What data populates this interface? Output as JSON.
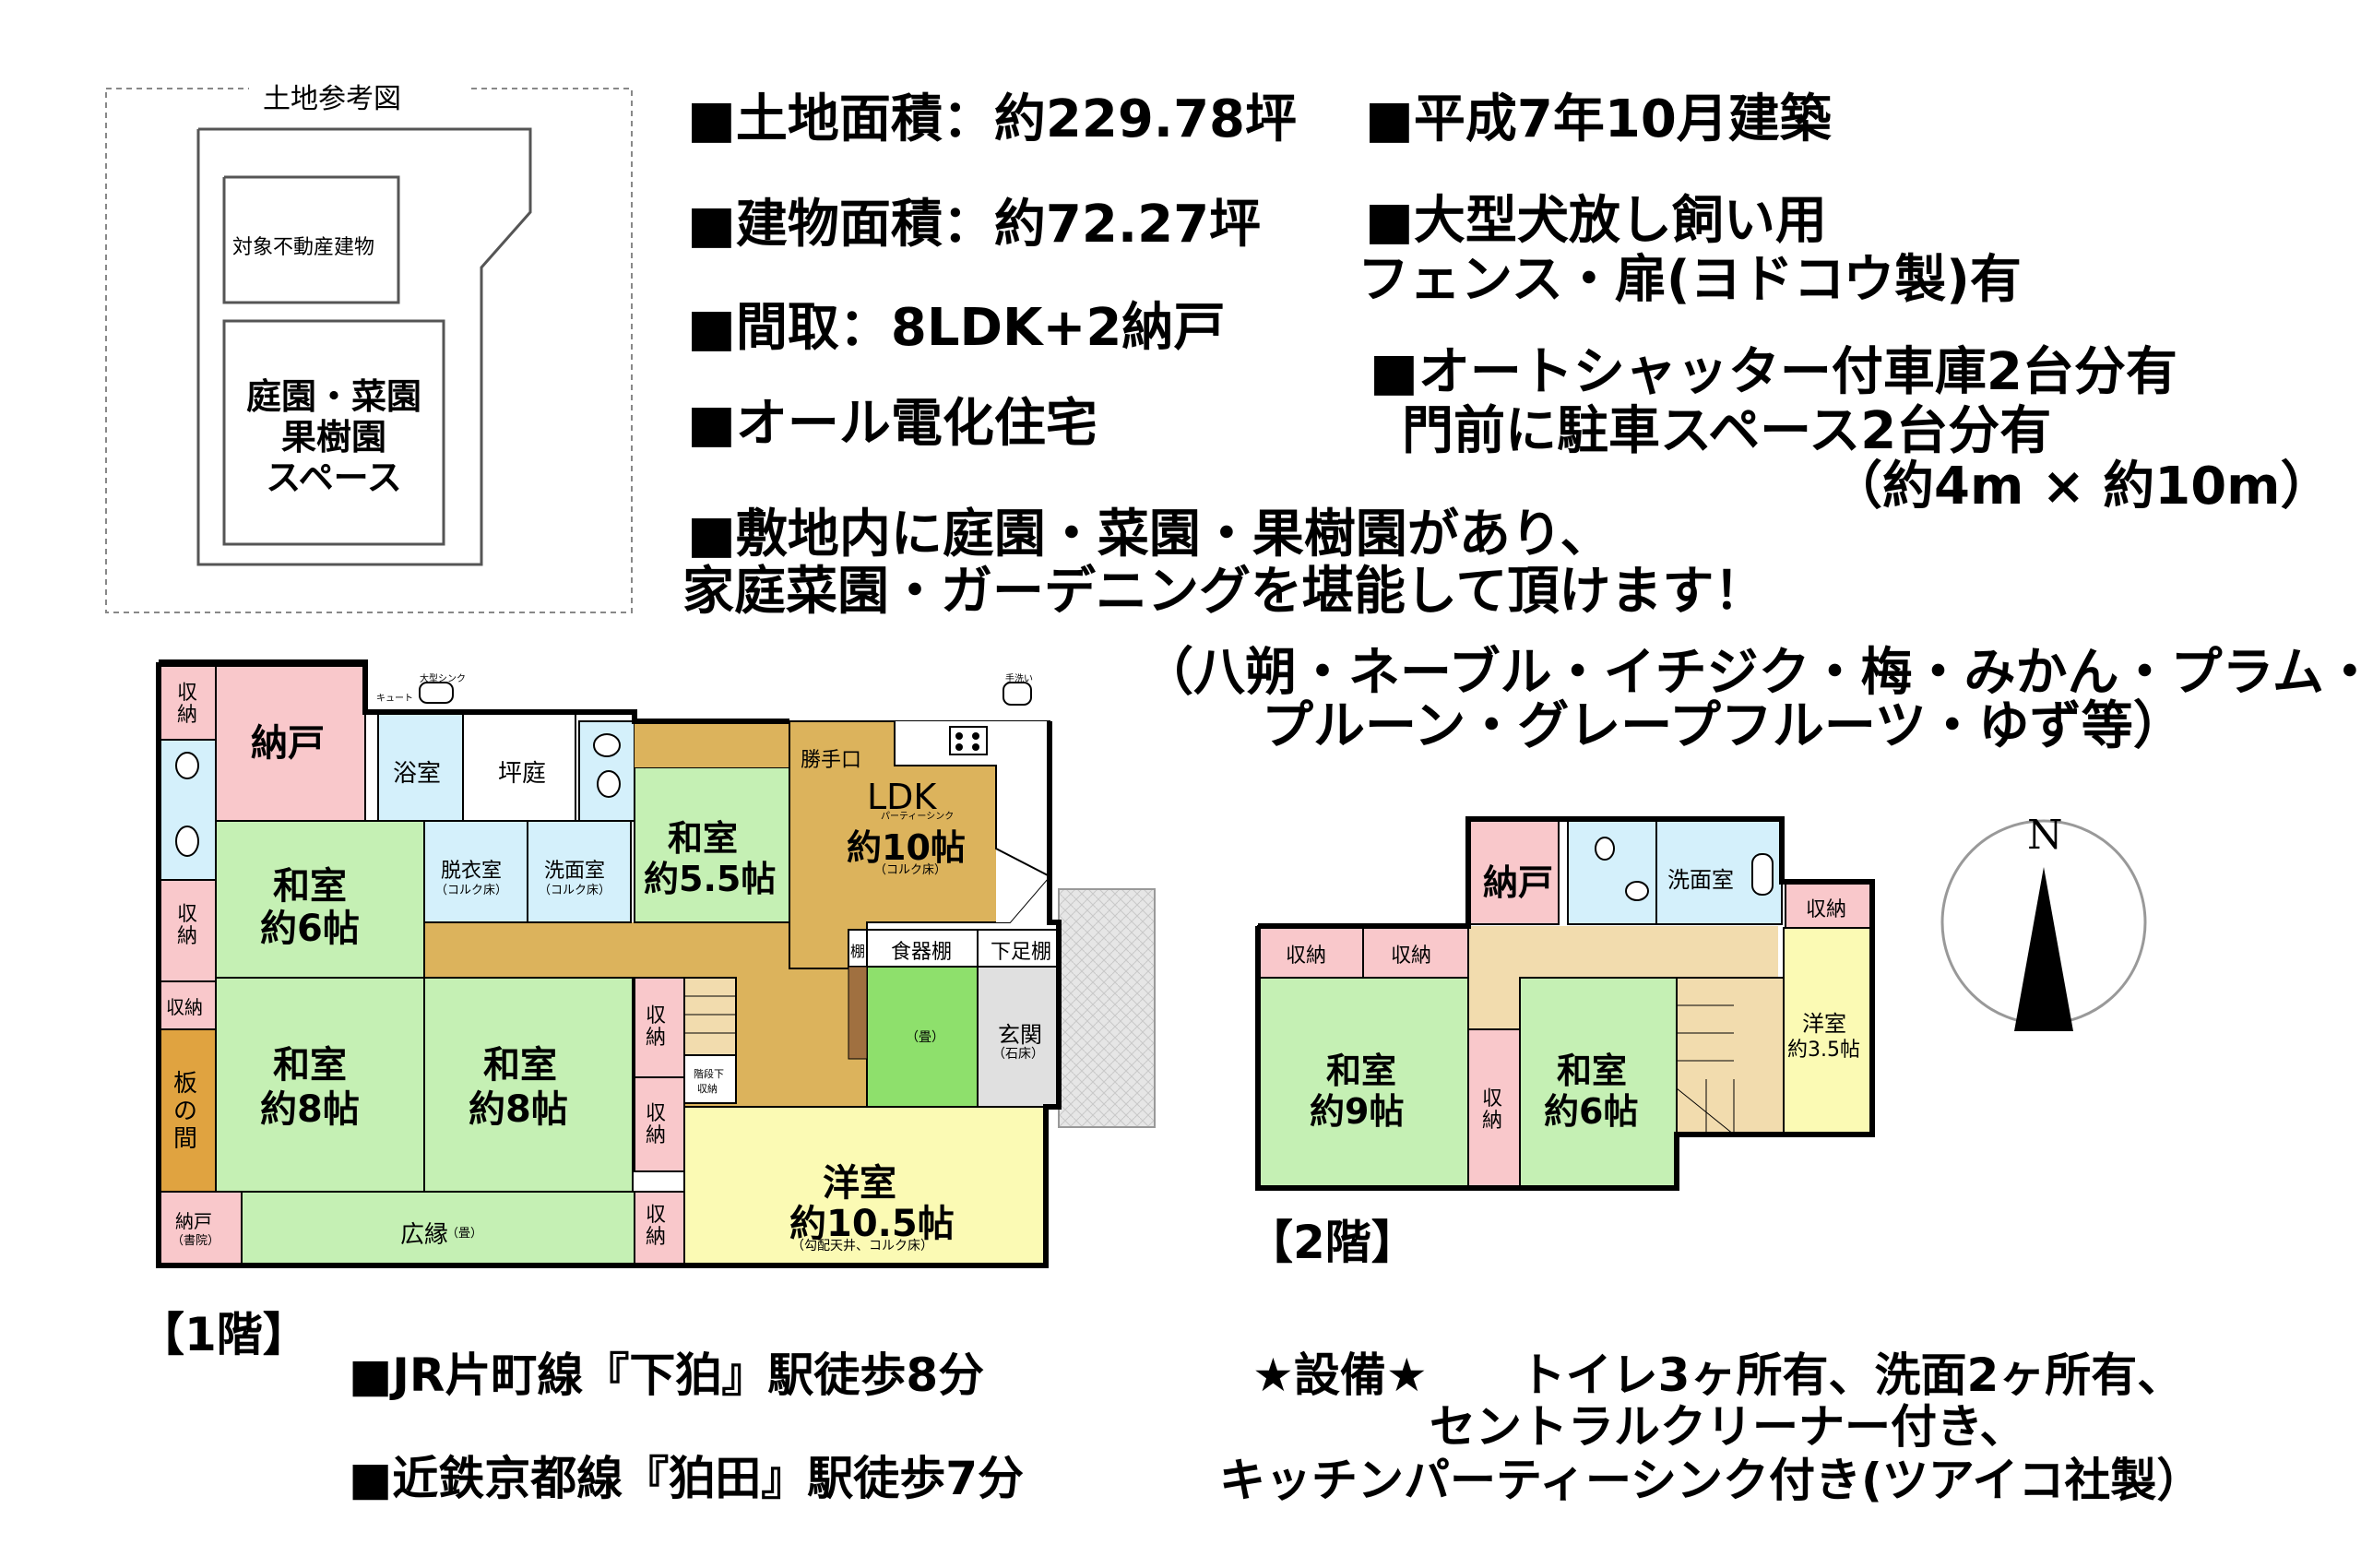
{
  "land_reference": {
    "title": "土地参考図",
    "building_label": "対象不動産建物",
    "garden_label_lines": [
      "庭園・菜園",
      "果樹園",
      "スペース"
    ]
  },
  "specs": {
    "land_area": "■土地面積：約229.78坪",
    "building_area": "■建物面積：約72.27坪",
    "layout": "■間取：8LDK+2納戸",
    "all_electric": "■オール電化住宅",
    "built": "■平成7年10月建築",
    "dog_line1": "■大型犬放し飼い用",
    "dog_line2": "フェンス・扉(ヨドコウ製)有",
    "garage_line1": "■オートシャッター付車庫2台分有",
    "garage_line2": "門前に駐車スペース2台分有",
    "garage_line3": "（約4m × 約10m）",
    "garden_line1": "■敷地内に庭園・菜園・果樹園があり、",
    "garden_line2": "家庭菜園・ガーデニングを堪能して頂けます！",
    "fruits_line1": "（八朔・ネーブル・イチジク・梅・みかん・プラム・",
    "fruits_line2": "プルーン・グレープフルーツ・ゆず等）"
  },
  "floor1": {
    "caption": "【1階】",
    "rooms": {
      "storage_top": "収納",
      "nando": "納戸",
      "bath": "浴室",
      "tsuboniwa": "坪庭",
      "sink_big": "大型シンク",
      "kyuto": "キュート",
      "tearai": "手洗い",
      "katteguchi": "勝手口",
      "ldk": "LDK",
      "ldk_size": "約10帖",
      "party_sink": "パーティーシンク",
      "ldk_floor": "（コルク床）",
      "washitsu55": "和室",
      "washitsu55_size": "約5.5帖",
      "datsui": "脱衣室",
      "datsui_floor": "（コルク床）",
      "senmen": "洗面室",
      "senmen_floor": "（コルク床）",
      "washitsu6": "和室",
      "washitsu6_size": "約6帖",
      "storage_left": "収納",
      "storage_left2": "収納",
      "washitsu8a": "和室",
      "washitsu8a_size": "約8帖",
      "washitsu8b": "和室",
      "washitsu8b_size": "約8帖",
      "itanoma": "板の間",
      "nando_shoin": "納戸",
      "nando_shoin_sub": "（書院）",
      "hiroen": "広縁",
      "hiroen_sub": "（畳）",
      "storage_mid1": "収納",
      "storage_mid2": "収納",
      "storage_mid3": "収納",
      "stair_storage": "階段下",
      "stair_storage2": "収納",
      "tana": "棚",
      "shokki": "食器棚",
      "getabako": "下足棚",
      "tatami": "（畳）",
      "genkan": "玄関",
      "genkan_floor": "（石床）",
      "yoshitsu": "洋室",
      "yoshitsu_size": "約10.5帖",
      "yoshitsu_note": "（勾配天井、コルク床）"
    }
  },
  "floor2": {
    "caption": "【2階】",
    "rooms": {
      "nando": "納戸",
      "senmen": "洗面室",
      "storage1": "収納",
      "storage2": "収納",
      "storage3": "収納",
      "storage4": "収納",
      "washitsu9": "和室",
      "washitsu9_size": "約9帖",
      "washitsu6": "和室",
      "washitsu6_size": "約6帖",
      "yoshitsu": "洋室",
      "yoshitsu_size": "約3.5帖"
    }
  },
  "compass": {
    "label": "N"
  },
  "access": {
    "line1": "■JR片町線『下狛』駅徒歩8分",
    "line2": "■近鉄京都線『狛田』駅徒歩7分"
  },
  "equipment": {
    "line1": "★設備★　　トイレ3ヶ所有、洗面2ヶ所有、",
    "line2": "セントラルクリーナー付き、",
    "line3": "キッチンパーティーシンク付き(ツアイコ社製）"
  },
  "colors": {
    "washitsu": "#c5f0b4",
    "nando": "#f9c8cb",
    "water": "#d4f0fb",
    "ldk": "#dcb35c",
    "corridor": "#f2dcae",
    "yoshitsu": "#fbfab4",
    "itanoma": "#e0a340",
    "tatami": "#8ee06c",
    "genkan": "#e0e0e0"
  }
}
